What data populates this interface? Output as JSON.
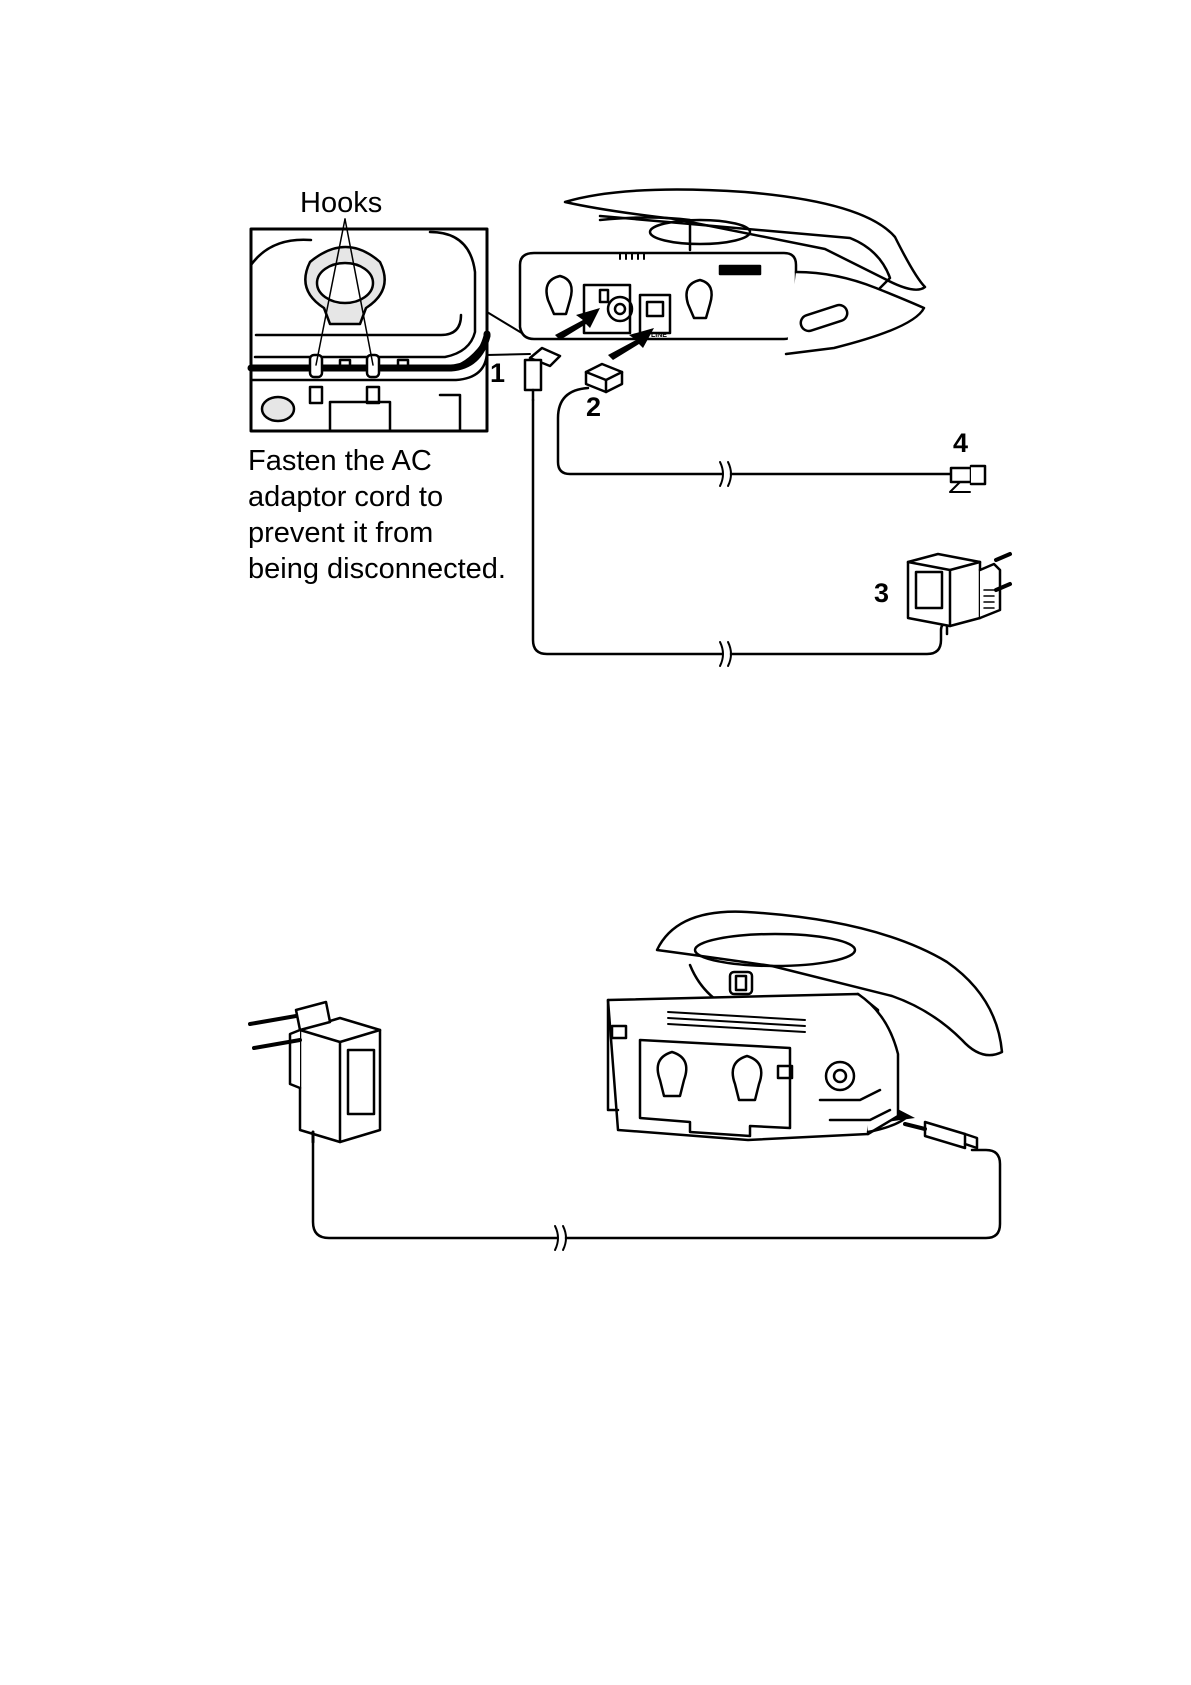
{
  "figure_top": {
    "hooks_label": "Hooks",
    "caption_lines": [
      "Fasten the AC",
      "adaptor cord to",
      "prevent it from",
      "being disconnected."
    ],
    "numbers": [
      "1",
      "2",
      "3",
      "4"
    ],
    "jack_label": "LINE"
  },
  "icons": {
    "base_unit_rear": "telephone-base-rear-icon",
    "base_unit_charger": "charger-base-icon",
    "ac_adaptor": "ac-adaptor-icon",
    "phone_plug": "modular-phone-plug-icon",
    "dc_plug": "dc-plug-icon",
    "arrow": "insert-arrow-icon"
  },
  "colors": {
    "ink": "#000000",
    "paper": "#ffffff",
    "shade": "#e6e6e6"
  }
}
